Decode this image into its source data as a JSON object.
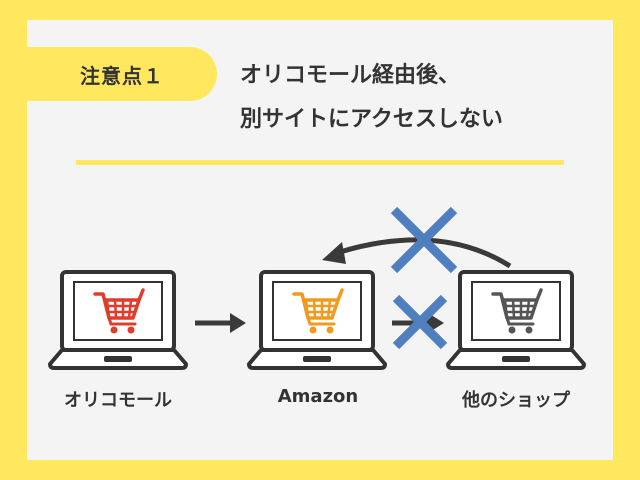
{
  "tag": {
    "label": "注意点１"
  },
  "headline": {
    "line1": "オリコモール経由後、",
    "line2": "別サイトにアクセスしない"
  },
  "nodes": [
    {
      "label": "オリコモール",
      "cart_color": "#e03c2c"
    },
    {
      "label": "Amazon",
      "cart_color": "#f29a1f"
    },
    {
      "label": "他のショップ",
      "cart_color": "#555555"
    }
  ],
  "colors": {
    "frame_yellow": "#ffe85e",
    "cross_blue": "#4f7fbf",
    "laptop_outline": "#333333"
  }
}
